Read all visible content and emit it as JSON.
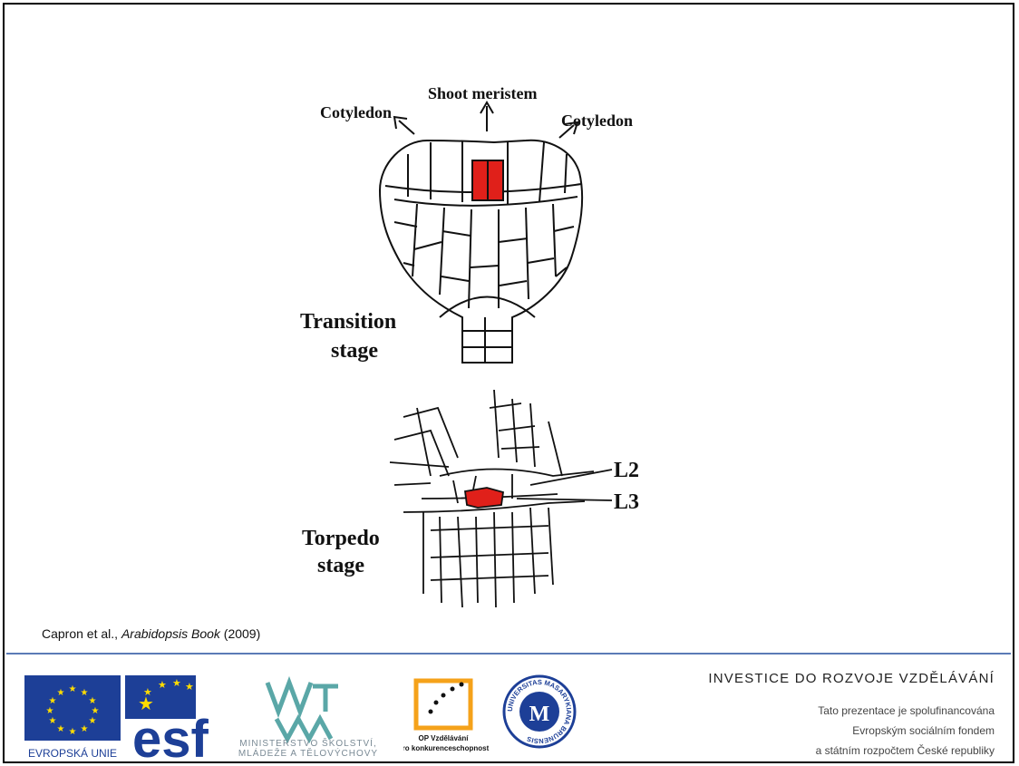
{
  "diagram": {
    "label_shoot_meristem": "Shoot meristem",
    "label_cotyledon_left": "Cotyledon",
    "label_cotyledon_right": "Cotyledon",
    "label_transition_1": "Transition",
    "label_transition_2": "stage",
    "label_torpedo_1": "Torpedo",
    "label_torpedo_2": "stage",
    "label_l2": "L2",
    "label_l3": "L3",
    "highlight_color": "#e0201a"
  },
  "citation": {
    "authors": "Capron et al., ",
    "title": "Arabidopsis Book",
    "year": " (2009)"
  },
  "footer": {
    "title": "INVESTICE DO ROZVOJE VZDĚLÁVÁNÍ",
    "line1": "Tato prezentace je spolufinancována",
    "line2": "Evropským sociálním fondem",
    "line3": "a státním rozpočtem České republiky",
    "eu_label": "EVROPSKÁ UNIE",
    "esf_label": "esf",
    "msmt_line1": "MINISTERSTVO ŠKOLSTVÍ,",
    "msmt_line2": "MLÁDEŽE A TĚLOVÝCHOVY",
    "op_line1": "OP Vzdělávání",
    "op_line2": "pro konkurenceschopnost",
    "muni_text": "UNIVERSITAS MASARYKIANA BRUNENSIS",
    "eu_blue": "#1d3f97",
    "eu_star": "#ffdd00",
    "accent_line": "#5b7bb6"
  }
}
